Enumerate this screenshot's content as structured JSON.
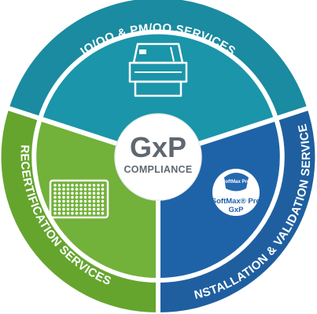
{
  "diagram": {
    "center": {
      "title": "GxP",
      "subtitle": "COMPLIANCE"
    },
    "segments": [
      {
        "label": "IQ/OQ & PM/OQ SERVICES",
        "color": "#1b95a9",
        "ring_color": "#1a8ba0",
        "icon": "instrument-icon"
      },
      {
        "label": "INSTALLATION & VALIDATION SERVICES",
        "color": "#1e63a8",
        "ring_color": "#1f5fa0",
        "icon": "softmax-badge"
      },
      {
        "label": "RECERTIFICATION SERVICES",
        "color": "#72b13a",
        "ring_color": "#65a52e",
        "icon": "microplate-icon"
      }
    ],
    "badge": {
      "logo_text": "SoftMax Pro",
      "line1": "SoftMax® Pro",
      "line2": "GxP"
    }
  }
}
